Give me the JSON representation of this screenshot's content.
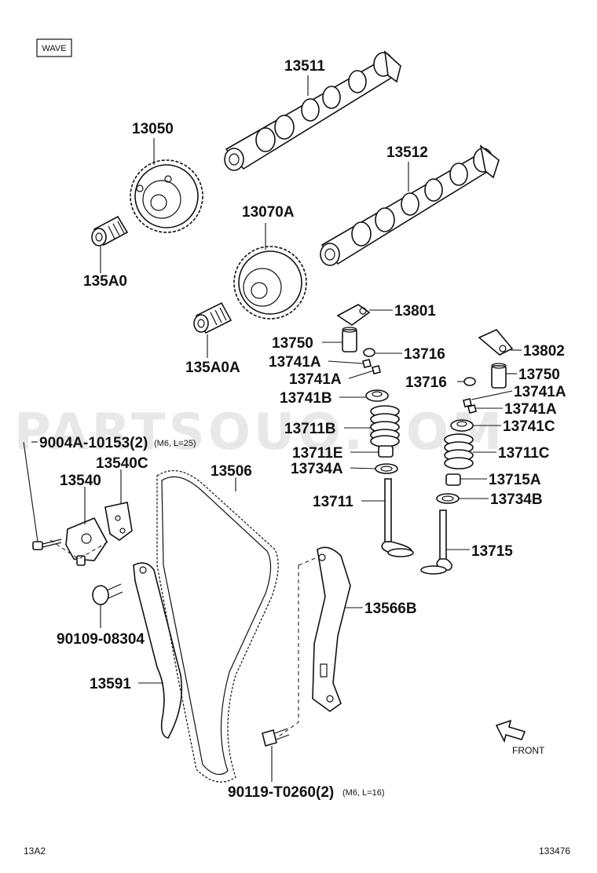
{
  "header": {
    "tag": "WAVE"
  },
  "watermark": "PARTSOUQ.COM",
  "footer": {
    "left_code": "13A2",
    "right_code": "133476"
  },
  "front_label": "FRONT",
  "parts": {
    "p13511": "13511",
    "p13050": "13050",
    "p13512": "13512",
    "p135A0": "135A0",
    "p13070A": "13070A",
    "p135A0A": "135A0A",
    "p13801": "13801",
    "p13750a": "13750",
    "p13716a": "13716",
    "p13741Aa": "13741A",
    "p13741Ab": "13741A",
    "p13741B": "13741B",
    "p13711B": "13711B",
    "p13711E": "13711E",
    "p13734A": "13734A",
    "p13711": "13711",
    "p13802": "13802",
    "p13750b": "13750",
    "p13716b": "13716",
    "p13741Ac": "13741A",
    "p13741Ad": "13741A",
    "p13741C": "13741C",
    "p13711C": "13711C",
    "p13715A": "13715A",
    "p13734B": "13734B",
    "p13715": "13715",
    "p9004A": "9004A-10153(2)",
    "p9004A_note": "(M6, L=25)",
    "p13540C": "13540C",
    "p13540": "13540",
    "p13506": "13506",
    "p90109": "90109-08304",
    "p13566B": "13566B",
    "p13591": "13591",
    "p90119": "90119-T0260(2)",
    "p90119_note": "(M6, L=16)"
  }
}
